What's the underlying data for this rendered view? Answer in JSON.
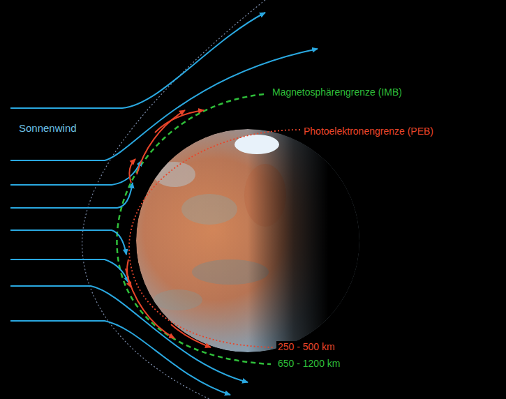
{
  "diagram": {
    "labels": [
      "Sonnenwind",
      "Magnetosphärengrenze (IMB)",
      "Photoelektronengrenze (PEB)",
      "250 - 500 km",
      "650 - 1200 km"
    ]
  }
}
